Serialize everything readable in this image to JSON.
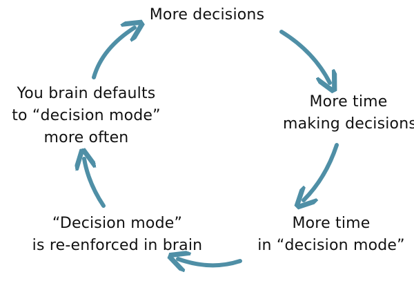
{
  "cycle": {
    "nodes": [
      {
        "id": "more-decisions",
        "lines": [
          "More decisions"
        ]
      },
      {
        "id": "more-time-making-decisions",
        "lines": [
          "More time",
          "making decisions"
        ]
      },
      {
        "id": "more-time-in-decision-mode",
        "lines": [
          "More time",
          "in “decision mode”"
        ]
      },
      {
        "id": "decision-mode-reenforced",
        "lines": [
          "“Decision mode”",
          "is re-enforced in brain"
        ]
      },
      {
        "id": "brain-defaults-to-decision-mode",
        "lines": [
          "You brain defaults",
          "to “decision mode”",
          "more often"
        ]
      }
    ],
    "arrow_color": "#4f8fa6"
  }
}
